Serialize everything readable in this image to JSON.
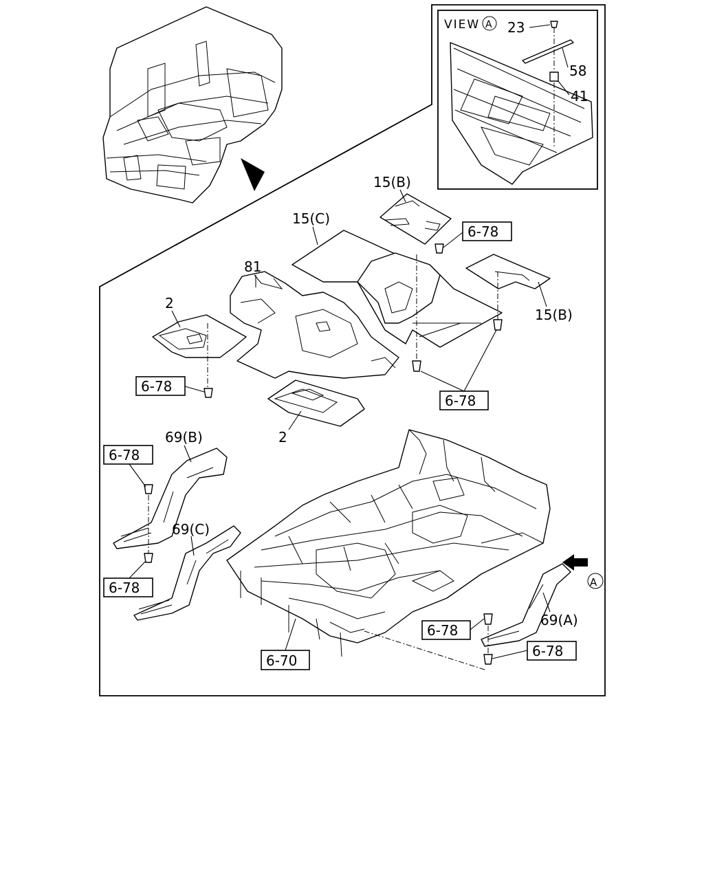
{
  "view": {
    "title": "VIEW",
    "title_mark": "A",
    "labels": {
      "p23": "23",
      "p58": "58",
      "p41": "41"
    }
  },
  "parts": {
    "p15b_top": "15(B)",
    "p15b_right": "15(B)",
    "p15c": "15(C)",
    "p81": "81",
    "p2_top": "2",
    "p2_bottom": "2",
    "p69b": "69(B)",
    "p69c": "69(C)",
    "p69a": "69(A)",
    "view_mark": "A"
  },
  "refs": {
    "r1": "6-78",
    "r2": "6-78",
    "r3": "6-78",
    "r4": "6-78",
    "r5": "6-78",
    "r6": "6-78",
    "r7": "6-78",
    "r8": "6-70"
  }
}
